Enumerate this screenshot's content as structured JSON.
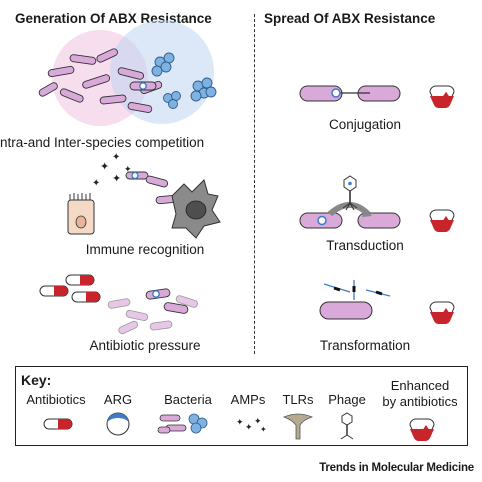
{
  "left_header": "Generation Of ABX Resistance",
  "right_header": "Spread Of ABX Resistance",
  "left_labels": {
    "competition": "ntra-and Inter-species competition",
    "immune": "Immune recognition",
    "pressure": "Antibiotic pressure"
  },
  "right_labels": {
    "conjugation": "Conjugation",
    "transduction": "Transduction",
    "transformation": "Transformation"
  },
  "key": {
    "title": "Key:",
    "antibiotics": "Antibiotics",
    "arg": "ARG",
    "bacteria": "Bacteria",
    "amps": "AMPs",
    "tlrs": "TLRs",
    "phage": "Phage",
    "enhanced_line1": "Enhanced",
    "enhanced_line2": "by antibiotics"
  },
  "footer": "Trends in Molecular Medicine",
  "colors": {
    "bacteria_fill": "#d9a9d9",
    "antibiotic_red": "#c8242b",
    "arg_blue": "#3d7cc9",
    "cluster_blue": "#7fb2e0",
    "pink_halo": "#efc3e0",
    "blue_halo": "#bfd6f3",
    "tlr_tan": "#b5a98f",
    "epithelial": "#f5d9c7"
  },
  "icons": [
    "star-icon",
    "phage-icon",
    "enhanced-icon",
    "macrophage-icon",
    "epithelial-cell-icon",
    "tlr-icon"
  ]
}
